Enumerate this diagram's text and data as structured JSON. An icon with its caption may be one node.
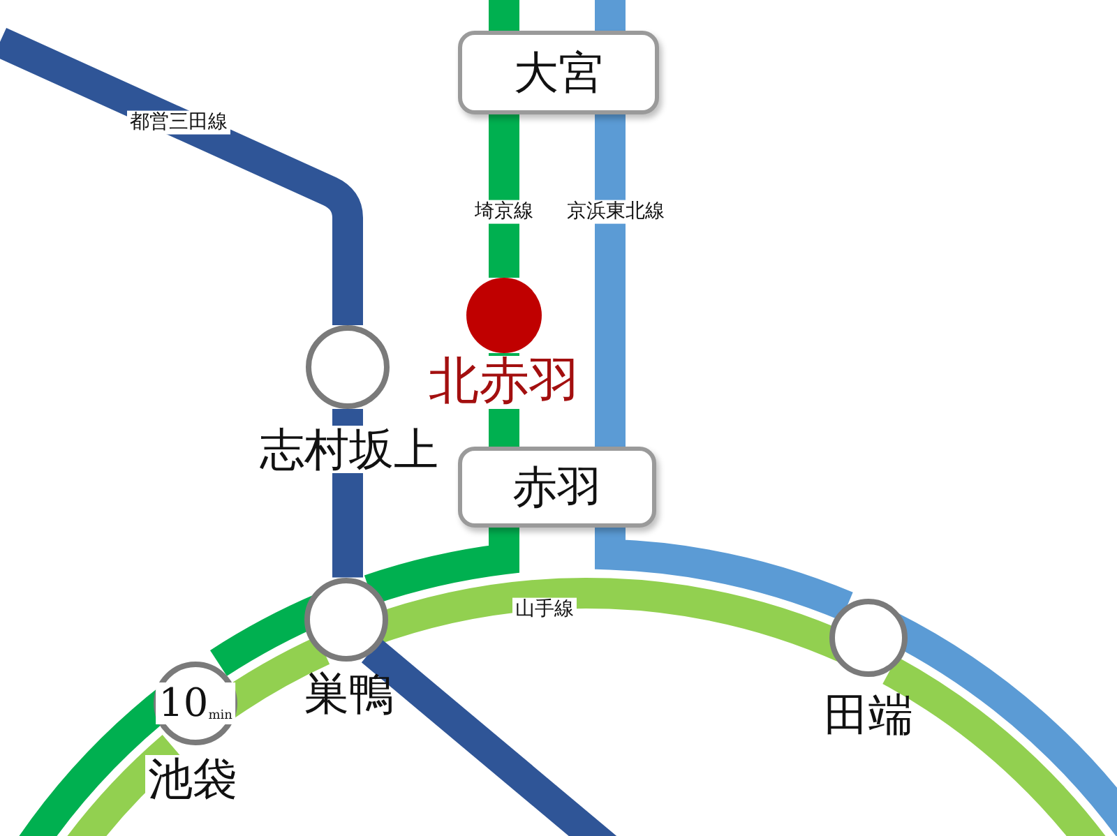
{
  "diagram": {
    "nodes": [
      {
        "text": [
          "大宮"
        ]
      },
      {
        "text": [
          "北赤羽"
        ]
      },
      {
        "text": [
          "志村坂上"
        ]
      },
      {
        "text": [
          "赤羽"
        ]
      },
      {
        "text": [
          "巣鴨"
        ]
      },
      {
        "text": [
          "10$_{min}$",
          "池袋"
        ]
      },
      {
        "text": [
          "田端"
        ]
      }
    ],
    "edges": [
      {
        "from": null,
        "to": 0,
        "arrow": "none",
        "color": "#00b050"
      },
      {
        "from": 0,
        "to": 1,
        "arrow": "none",
        "color": "#00b050",
        "label": "埼京線"
      },
      {
        "from": 1,
        "to": 3,
        "arrow": "none",
        "color": "#00b050"
      },
      {
        "from": 3,
        "to": 4,
        "arrow": "none",
        "color": "#00b050"
      },
      {
        "from": 4,
        "to": 5,
        "arrow": "none",
        "color": "#00b050"
      },
      {
        "from": 5,
        "to": null,
        "arrow": "none",
        "color": "#00b050"
      },
      {
        "from": null,
        "to": 0,
        "arrow": "none",
        "color": "#5b9bd5"
      },
      {
        "from": 0,
        "to": 3,
        "arrow": "none",
        "color": "#5b9bd5",
        "label": "京浜東北線"
      },
      {
        "from": 3,
        "to": 6,
        "arrow": "none",
        "color": "#5b9bd5"
      },
      {
        "from": 6,
        "to": null,
        "arrow": "none",
        "color": "#5b9bd5"
      },
      {
        "from": null,
        "to": 5,
        "arrow": "none",
        "color": "#92d050"
      },
      {
        "from": 5,
        "to": 4,
        "arrow": "none",
        "color": "#92d050"
      },
      {
        "from": 4,
        "to": 6,
        "arrow": "none",
        "color": "#92d050",
        "label": "山手線"
      },
      {
        "from": 6,
        "to": null,
        "arrow": "none",
        "color": "#92d050"
      },
      {
        "from": null,
        "to": 2,
        "arrow": "none",
        "color": "#2f5597",
        "label": "都営三田線"
      },
      {
        "from": 2,
        "to": 4,
        "arrow": "none",
        "color": "#2f5597"
      },
      {
        "from": 4,
        "to": null,
        "arrow": "none",
        "color": "#2f5597"
      }
    ]
  }
}
